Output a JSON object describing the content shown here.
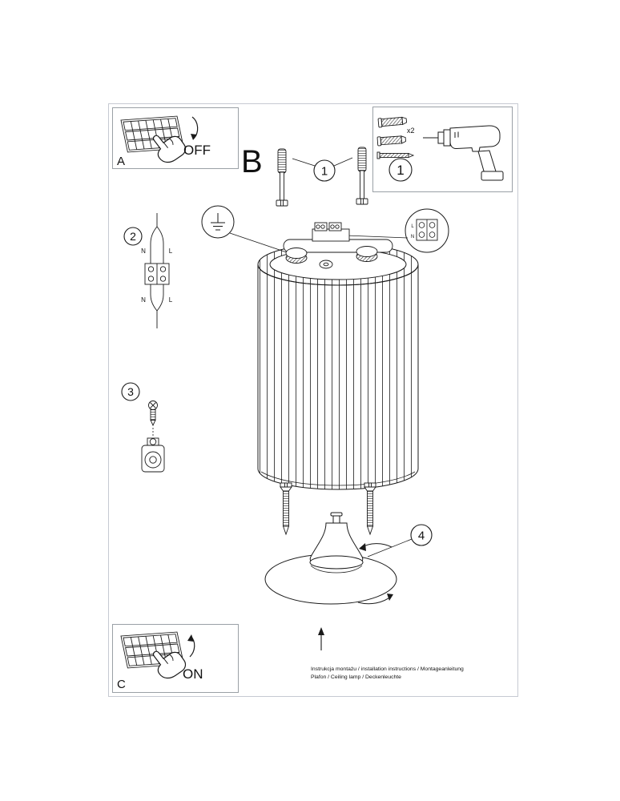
{
  "meta": {
    "footer_line1": "Instrukcja montażu / installation instructions / Montageanleitung",
    "footer_line2": "Plafon / Ceiling lamp / Deckenleuchte"
  },
  "panels": {
    "a": {
      "label": "A",
      "state": "OFF"
    },
    "b": {
      "label": "B"
    },
    "c": {
      "label": "C",
      "state": "ON"
    },
    "kit": {
      "step": "1",
      "count": "x2"
    }
  },
  "callouts": {
    "screws_top": "1",
    "wiring": "2",
    "clamp": "3",
    "canopy": "4"
  },
  "wiring_labels": {
    "n_top": "N",
    "l_top": "L",
    "n_bottom": "N",
    "l_bottom": "L",
    "detail_l": "L",
    "detail_n": "N"
  }
}
